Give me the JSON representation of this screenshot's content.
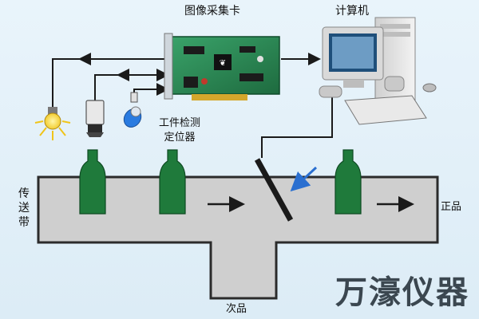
{
  "labels": {
    "capture_card": "图像采集卡",
    "computer": "计算机",
    "detector_line1": "工件检测",
    "detector_line2": "定位器",
    "conveyor": "传送带",
    "good_product": "正品",
    "reject_product": "次品"
  },
  "brand": "万濠仪器",
  "colors": {
    "background": "#e3f0f8",
    "conveyor_fill": "#cfcfcf",
    "conveyor_stroke": "#2b2b2b",
    "bottle": "#1f7a3b",
    "arrow": "#1a1a1a",
    "deflector_arrow": "#2a6fd0",
    "pcb": "#2e8b57",
    "monitor_frame": "#d9d9d9"
  },
  "icons": [
    "light-bulb-icon",
    "camera-icon",
    "sensor-icon",
    "capture-card-icon",
    "computer-icon",
    "bottle-icon",
    "deflector-icon"
  ]
}
